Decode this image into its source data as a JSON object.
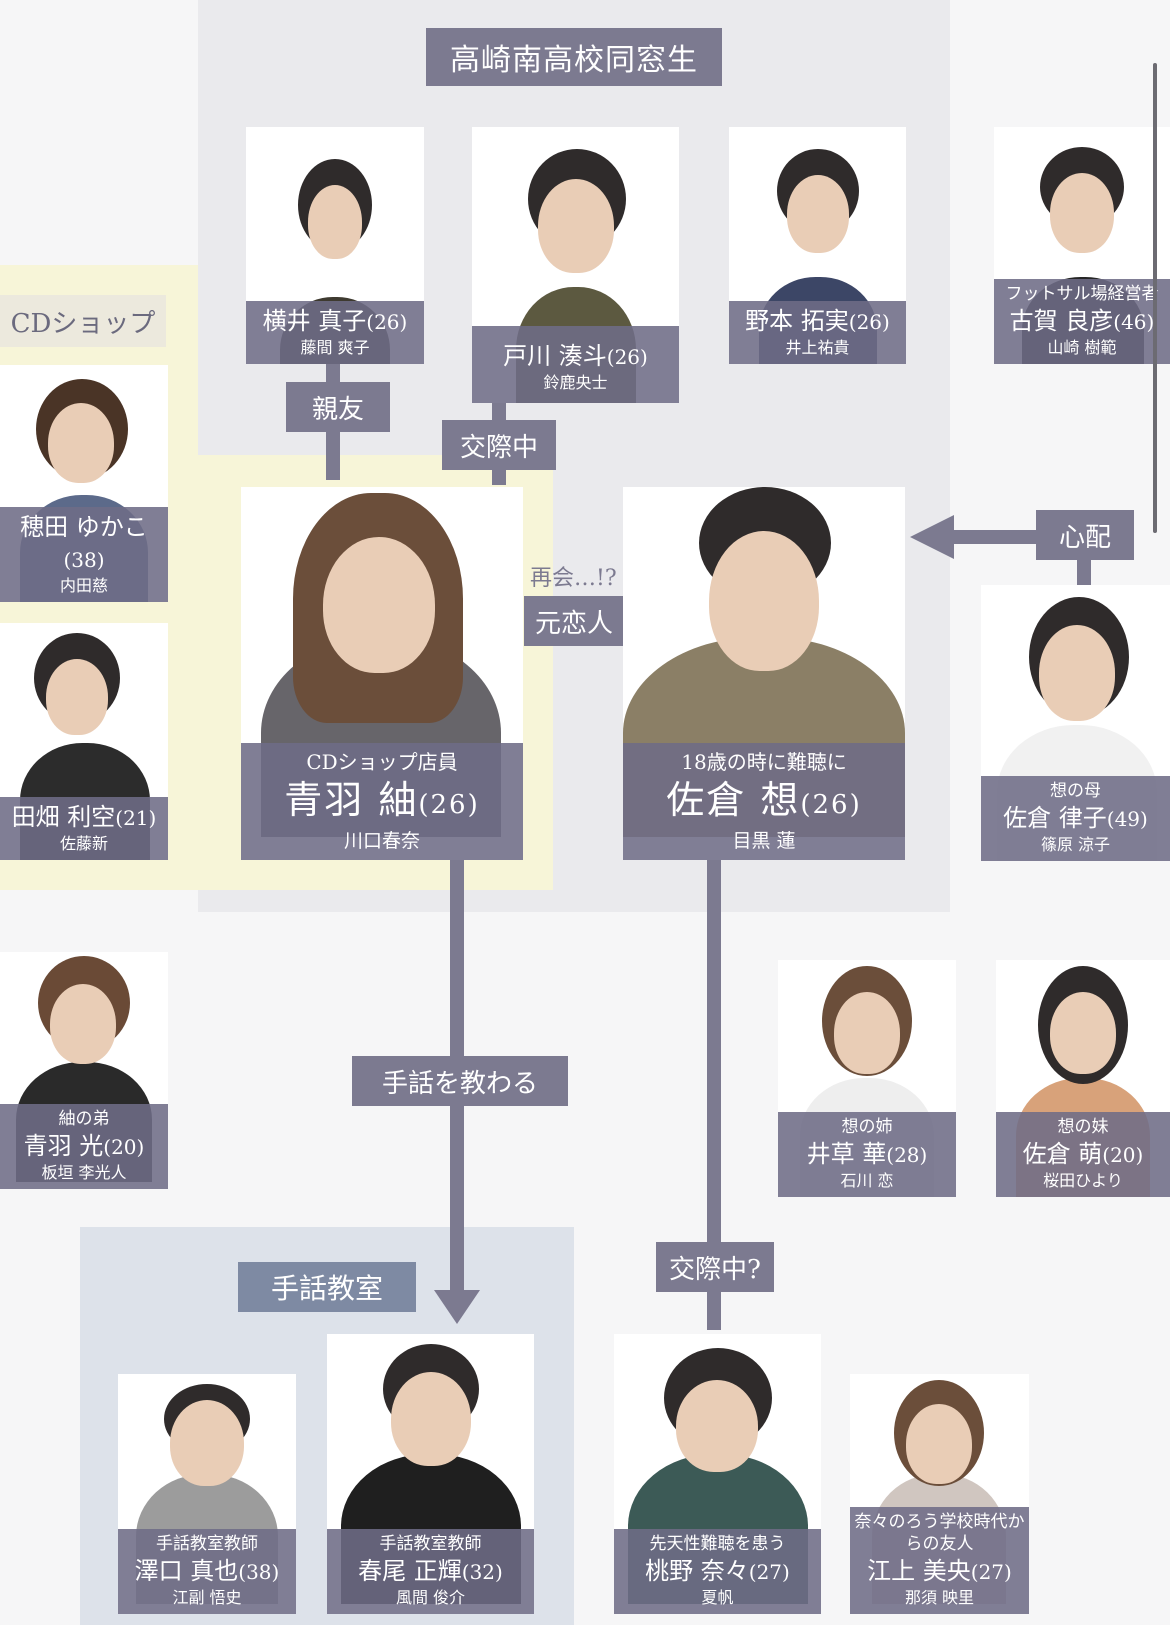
{
  "groups": {
    "high_school": "高崎南高校同窓生",
    "cd_shop": "CDショップ",
    "sign_class": "手話教室"
  },
  "relations": {
    "best_friend": "親友",
    "dating": "交際中",
    "reunion": "再会…!?",
    "ex_lover": "元恋人",
    "worry": "心配",
    "learn_sign": "手話を教わる",
    "dating_q": "交際中?"
  },
  "people": {
    "yokoi": {
      "role": "",
      "name": "横井 真子",
      "age": "(26)",
      "actor": "藤間 爽子"
    },
    "togawa": {
      "role": "",
      "name": "戸川 湊斗",
      "age": "(26)",
      "actor": "鈴鹿央士"
    },
    "nomoto": {
      "role": "",
      "name": "野本 拓実",
      "age": "(26)",
      "actor": "井上祐貴"
    },
    "koga": {
      "role": "フットサル場経営者",
      "name": "古賀 良彦",
      "age": "(46)",
      "actor": "山崎 樹範"
    },
    "hoda": {
      "role": "",
      "name": "穂田 ゆかこ",
      "age": "(38)",
      "actor": "内田慈"
    },
    "tabata": {
      "role": "",
      "name": "田畑 利空",
      "age": "(21)",
      "actor": "佐藤新"
    },
    "aoba": {
      "role": "CDショップ店員",
      "name": "青羽 紬",
      "age": "(26)",
      "actor": "川口春奈"
    },
    "sakura": {
      "role": "18歳の時に難聴に",
      "name": "佐倉 想",
      "age": "(26)",
      "actor": "目黒 蓮"
    },
    "ritsuko": {
      "role": "想の母",
      "name": "佐倉 律子",
      "age": "(49)",
      "actor": "篠原 涼子"
    },
    "hikaru": {
      "role": "紬の弟",
      "name": "青羽 光",
      "age": "(20)",
      "actor": "板垣 李光人"
    },
    "hana": {
      "role": "想の姉",
      "name": "井草 華",
      "age": "(28)",
      "actor": "石川 恋"
    },
    "moe": {
      "role": "想の妹",
      "name": "佐倉 萌",
      "age": "(20)",
      "actor": "桜田ひより"
    },
    "sawaguchi": {
      "role": "手話教室教師",
      "name": "澤口 真也",
      "age": "(38)",
      "actor": "江副 悟史"
    },
    "haruo": {
      "role": "手話教室教師",
      "name": "春尾 正輝",
      "age": "(32)",
      "actor": "風間 俊介"
    },
    "momono": {
      "role": "先天性難聴を患う",
      "name": "桃野 奈々",
      "age": "(27)",
      "actor": "夏帆"
    },
    "egami": {
      "role": "奈々のろう学校時代からの友人",
      "name": "江上 美央",
      "age": "(27)",
      "actor": "那須 映里"
    }
  },
  "colors": {
    "label_bg": "#7c7a90",
    "caption_bg": "#6e6c86",
    "high_school_bg": "#eaeaed",
    "cd_bg": "#f7f5d8",
    "sign_bg": "#dde2ea"
  }
}
